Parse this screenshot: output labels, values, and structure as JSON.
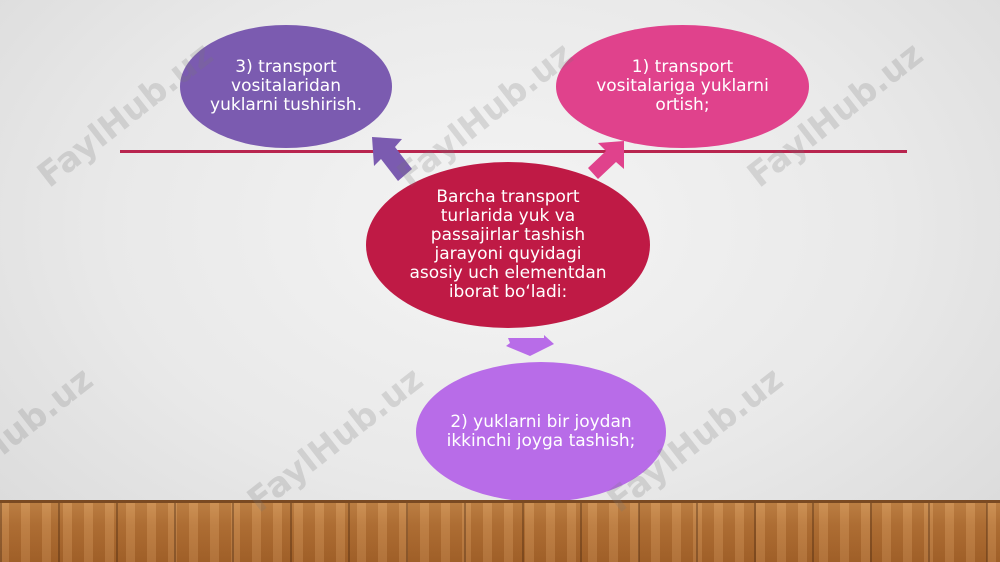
{
  "diagram": {
    "center": "Barcha transport turlarida yuk va passajirlar tashish jarayoni quyidagi asosiy uch elementdan iborat bo‘ladi:",
    "nodes": [
      {
        "id": "unload",
        "text": "3) transport vositalaridan yuklarni tushirish.",
        "color": "#7b5bb0"
      },
      {
        "id": "load",
        "text": "1) transport vositalariga yuklarni ortish;",
        "color": "#e0428c"
      },
      {
        "id": "move",
        "text": "2) yuklarni bir joydan ikkinchi joyga tashish;",
        "color": "#b86ce8"
      }
    ],
    "center_color": "#bf1a45",
    "line_color": "#b8254f"
  },
  "watermark": "FaylHub.uz"
}
